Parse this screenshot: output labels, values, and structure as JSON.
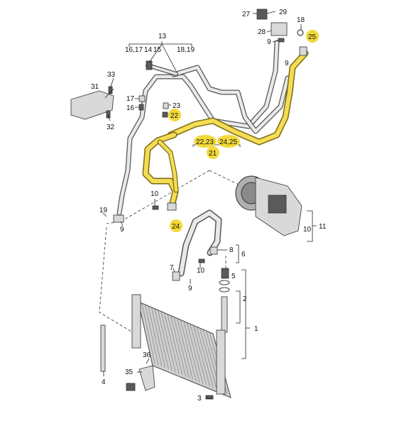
{
  "labels": {
    "p1": "1",
    "p2": "2",
    "p3": "3",
    "p4": "4",
    "p5": "5",
    "p6": "6",
    "p7": "7",
    "p8": "8",
    "p9a": "9",
    "p9b": "9",
    "p9c": "9",
    "p9d": "9",
    "p10a": "10",
    "p10b": "10",
    "p10c": "10",
    "p11": "11",
    "p13": "13",
    "p14": "14",
    "p15": "15",
    "p16_17": "16,17",
    "p16": "16",
    "p17": "17",
    "p18": "18",
    "p18_19": "18,19",
    "p19": "19",
    "p21": "21",
    "p22": "22",
    "p22_23": "22,23",
    "p23": "23",
    "p24": "24",
    "p24_25": "24,25",
    "p25": "25",
    "p27": "27",
    "p28": "28",
    "p29": "29",
    "p31": "31",
    "p32": "32",
    "p33": "33",
    "p35": "35",
    "p36": "36"
  },
  "colors": {
    "highlight": "#f2d93a",
    "yellow_pipe": "#f4dc55",
    "pipe": "#e9e9e9",
    "outline": "#555555"
  }
}
